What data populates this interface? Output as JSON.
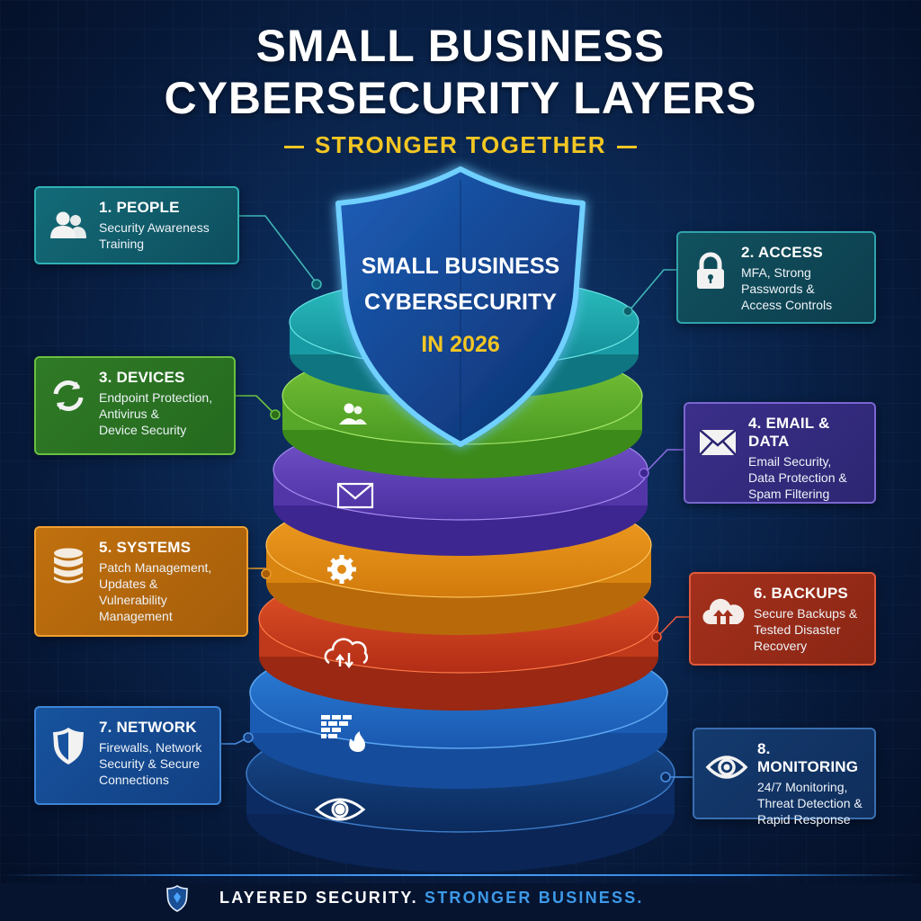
{
  "header": {
    "title_line1": "SMALL BUSINESS",
    "title_line2": "CYBERSECURITY LAYERS",
    "subtitle": "STRONGER TOGETHER"
  },
  "shield": {
    "line1": "SMALL BUSINESS",
    "line2": "CYBERSECURITY",
    "line3": "IN 2026",
    "color": "#1a56a8",
    "glow": "#5fc8ff"
  },
  "layers": [
    {
      "id": 1,
      "title": "1. PEOPLE",
      "desc": [
        "Security Awareness",
        "Training"
      ],
      "icon": "people-icon",
      "color": "#1aa3a8",
      "side": "left"
    },
    {
      "id": 2,
      "title": "2. ACCESS",
      "desc": [
        "MFA, Strong",
        "Passwords &",
        "Access Controls"
      ],
      "icon": "lock-icon",
      "color": "#1a7f8c",
      "side": "right"
    },
    {
      "id": 3,
      "title": "3. DEVICES",
      "desc": [
        "Endpoint Protection,",
        "Antivirus &",
        "Device Security"
      ],
      "icon": "sync-icon",
      "color": "#5fb02e",
      "side": "left"
    },
    {
      "id": 4,
      "title": "4. EMAIL & DATA",
      "desc": [
        "Email Security,",
        "Data Protection &",
        "Spam Filtering"
      ],
      "icon": "envelope-icon",
      "color": "#5a3fb0",
      "side": "right"
    },
    {
      "id": 5,
      "title": "5. SYSTEMS",
      "desc": [
        "Patch Management,",
        "Updates &",
        "Vulnerability",
        "Management"
      ],
      "icon": "database-icon",
      "color": "#e88a12",
      "side": "left"
    },
    {
      "id": 6,
      "title": "6. BACKUPS",
      "desc": [
        "Secure Backups &",
        "Tested Disaster",
        "Recovery"
      ],
      "icon": "cloud-upload-icon",
      "color": "#d9431f",
      "side": "right"
    },
    {
      "id": 7,
      "title": "7. NETWORK",
      "desc": [
        "Firewalls, Network",
        "Security & Secure",
        "Connections"
      ],
      "icon": "shield-icon",
      "color": "#1f6cc9",
      "side": "left"
    },
    {
      "id": 8,
      "title": "8. MONITORING",
      "desc": [
        "24/7 Monitoring,",
        "Threat Detection &",
        "Rapid Response"
      ],
      "icon": "eye-icon",
      "color": "#123f7e",
      "side": "right"
    }
  ],
  "footer": {
    "part1": "LAYERED SECURITY.",
    "part2": "STRONGER BUSINESS."
  }
}
